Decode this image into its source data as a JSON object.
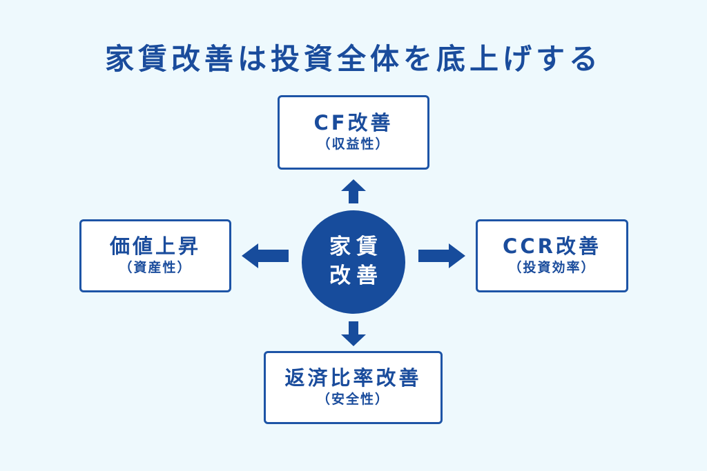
{
  "title": "家賃改善は投資全体を底上げする",
  "center": {
    "line1": "家賃",
    "line2": "改善"
  },
  "nodes": {
    "top": {
      "main": "CF改善",
      "sub": "（収益性）"
    },
    "left": {
      "main": "価値上昇",
      "sub": "（資産性）"
    },
    "right": {
      "main": "CCR改善",
      "sub": "（投資効率）"
    },
    "bottom": {
      "main": "返済比率改善",
      "sub": "（安全性）"
    }
  },
  "arrows": [
    {
      "from": "center",
      "to": "top",
      "direction": "up"
    },
    {
      "from": "center",
      "to": "left",
      "direction": "left"
    },
    {
      "from": "center",
      "to": "right",
      "direction": "right"
    },
    {
      "from": "center",
      "to": "bottom",
      "direction": "down"
    }
  ],
  "colors": {
    "primary": "#1a4c9c",
    "background": "#eef9fd",
    "box_fill": "#ffffff"
  }
}
